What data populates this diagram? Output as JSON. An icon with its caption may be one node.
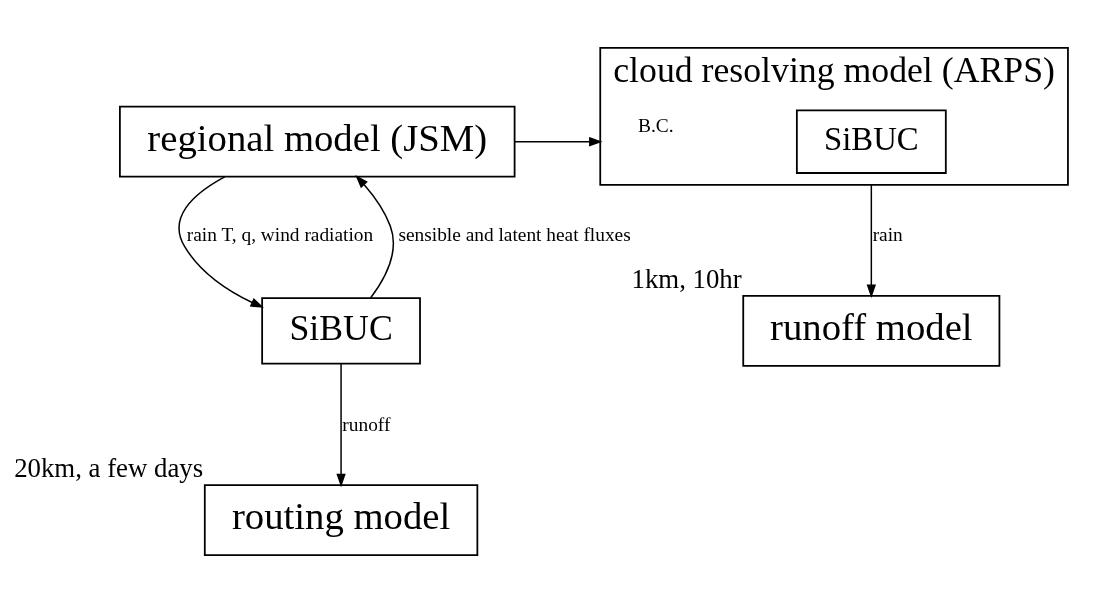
{
  "diagram": {
    "nodes": [
      {
        "text": [
          "regional model (JSM)"
        ]
      },
      {
        "text": [
          "cloud resolving model (ARPS)"
        ]
      },
      {
        "text": [
          "SiBUC"
        ],
        "in": 1
      },
      {
        "text": [
          "SiBUC"
        ]
      },
      {
        "text": [
          "routing model"
        ],
        "beside": [
          "20km, a few days"
        ]
      },
      {
        "text": [
          "runoff model"
        ],
        "beside": [
          "1km, 10hr"
        ]
      }
    ],
    "edges": [
      {
        "from": 0,
        "to": 1,
        "arrow": "to",
        "label": "B.C."
      },
      {
        "from": 0,
        "to": 3,
        "arrow": "to",
        "label": "rain T, q, wind radiation"
      },
      {
        "from": 3,
        "to": 0,
        "arrow": "to",
        "label": "sensible and latent heat fluxes"
      },
      {
        "from": 3,
        "to": 4,
        "arrow": "to",
        "label": "runoff"
      },
      {
        "from": 1,
        "to": 5,
        "arrow": "to",
        "label": "rain"
      }
    ]
  }
}
